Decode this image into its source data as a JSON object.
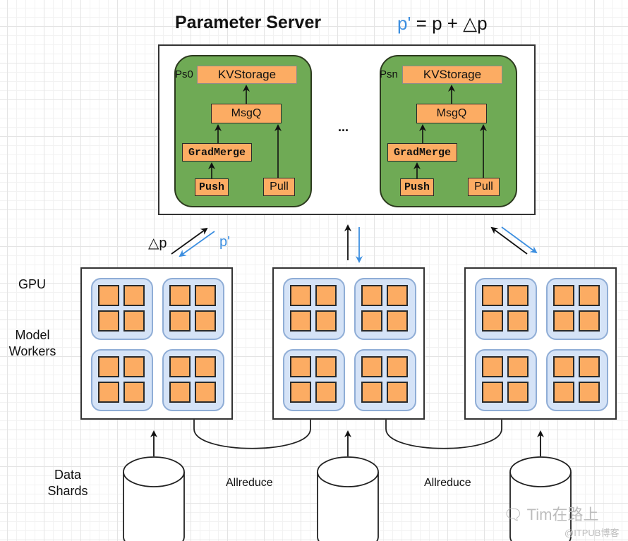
{
  "title": "Parameter  Server",
  "formula": {
    "p_prime": "p'",
    "rest": " = p + △p"
  },
  "parameter_server": {
    "ellipsis": "...",
    "nodes": [
      {
        "label": "Ps0",
        "kvstorage": "KVStorage",
        "msgq": "MsgQ",
        "gradmerge": "GradMerge",
        "push": "Push",
        "pull": "Pull"
      },
      {
        "label": "Psn",
        "kvstorage": "KVStorage",
        "msgq": "MsgQ",
        "gradmerge": "GradMerge",
        "push": "Push",
        "pull": "Pull"
      }
    ]
  },
  "arrows": {
    "delta_p": "△p",
    "p_prime": "p'"
  },
  "side_labels": {
    "gpu": "GPU",
    "model_workers_line1": "Model",
    "model_workers_line2": "Workers",
    "data_shards_line1": "Data",
    "data_shards_line2": "Shards"
  },
  "workers": {
    "count": 3,
    "gpu_groups_per_worker": 4,
    "gpus_per_group": 4
  },
  "allreduce": [
    "Allreduce",
    "Allreduce"
  ],
  "watermark": {
    "line1": "Tim在路上",
    "line2": "@ITPUB博客"
  },
  "colors": {
    "component_fill": "#fcac63",
    "ps_node_fill": "#6faa55",
    "gpu_group_fill": "#d5e3f7",
    "accent_blue": "#3d8fe0"
  }
}
